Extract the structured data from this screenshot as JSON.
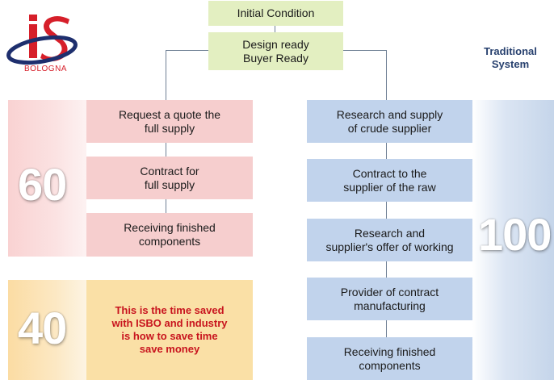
{
  "logo": {
    "letters": "iS",
    "city": "BOLOGNA",
    "colors": {
      "red": "#d61f2a",
      "navy": "#1e2f6e"
    }
  },
  "traditional_label": "Traditional\nSystem",
  "top": {
    "initial": "Initial Condition",
    "ready": "Design ready\nBuyer Ready"
  },
  "isbo": {
    "number": "60",
    "steps": [
      "Request a quote the\nfull supply",
      "Contract for\nfull supply",
      "Receiving finished\ncomponents"
    ]
  },
  "saved": {
    "number": "40",
    "message": "This is the time saved\nwith ISBO and industry\nis how to save time\nsave money"
  },
  "traditional": {
    "number": "100",
    "steps": [
      "Research and supply\nof crude supplier",
      "Contract to the\nsupplier of the raw",
      "Research and\nsupplier's offer of working",
      "Provider of contract\nmanufacturing",
      "Receiving finished\ncomponents"
    ]
  }
}
